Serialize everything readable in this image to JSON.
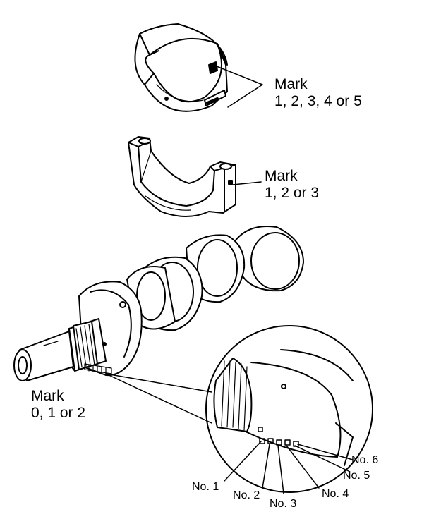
{
  "labels": {
    "bearing_shell": {
      "title": "Mark",
      "values": "1, 2, 3, 4 or 5"
    },
    "bearing_cap": {
      "title": "Mark",
      "values": "1, 2 or 3"
    },
    "crankshaft": {
      "title": "Mark",
      "values": "0, 1 or 2"
    }
  },
  "journal_numbers": [
    "No. 1",
    "No. 2",
    "No. 3",
    "No. 4",
    "No. 5",
    "No. 6"
  ],
  "colors": {
    "ink": "#000000",
    "paper": "#ffffff"
  }
}
